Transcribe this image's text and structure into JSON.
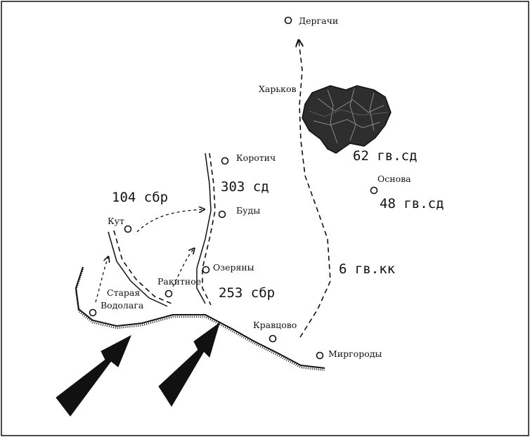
{
  "colors": {
    "ink": "#111111",
    "paper": "#ffffff"
  },
  "towns": {
    "dergachi": "Дергачи",
    "kharkov": "Харьков",
    "korotich": "Коротич",
    "budy": "Буды",
    "osnova": "Основа",
    "kut": "Кут",
    "ozeryany": "Озеряны",
    "rakitnoe": "Ракитное",
    "staraya": "Старая",
    "vodolaga": "Водолага",
    "kravtsovo": "Кравцово",
    "mirgorody": "Миргороды"
  },
  "units": {
    "u62": "62 гв.сд",
    "u303": "303 сд",
    "u104": "104 сбр",
    "u48": "48 гв.сд",
    "u6": "6 гв.кк",
    "u253": "253 сбр"
  },
  "icons": {
    "city": "city-area-icon",
    "arrow": "attack-arrow-icon",
    "dot": "settlement-icon"
  }
}
